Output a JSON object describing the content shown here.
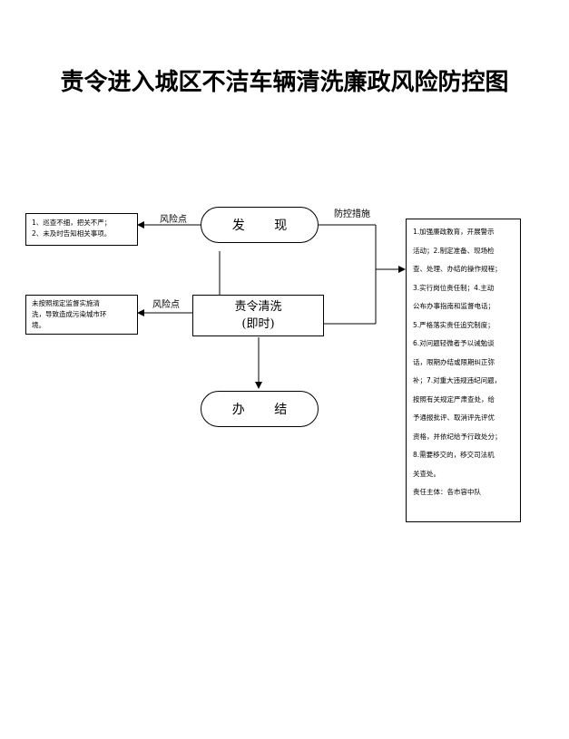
{
  "title": "责令进入城区不洁车辆清洗廉政风险防控图",
  "nodes": {
    "discover": "发 现",
    "order_clean_line1": "责令清洗",
    "order_clean_line2": "(即时)",
    "complete": "办 结"
  },
  "risk_label_1": "风险点",
  "risk_label_2": "风险点",
  "control_label": "防控措施",
  "risk_box_1": {
    "line1": "1、巡查不细，把关不严；",
    "line2": "2、未及时告知相关事项。"
  },
  "risk_box_2": {
    "line1": "未按照规定监督实施清",
    "line2": "洗，导致造成污染城市环",
    "line3": "境。"
  },
  "measures": [
    "1.加强廉政教育，开展警示",
    "活动；2.制定准备、现场检",
    "查、处理、办结的操作规程；",
    "3.实行岗位责任制；4.主动",
    "公布办事指南和监督电话；",
    "5.严格落实责任追究制度；",
    "6.对问题轻微者予以诫勉谈",
    "话，限期办结或限期纠正弥",
    "补；7.对重大违规违纪问题，",
    "按照有关规定严肃查处，给",
    "予通报批评、取消评先评优",
    "资格，并依纪给予行政处分；",
    "8.需要移交的，移交司法机",
    "关查处。",
    "责任主体：各市容中队"
  ]
}
